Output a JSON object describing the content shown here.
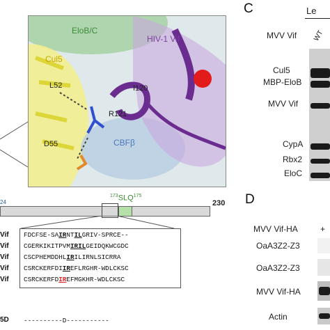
{
  "panel_c": {
    "letter": "C",
    "top_label": "Le",
    "header": "MVV Vif",
    "lane_wt": "WT",
    "bands": [
      "Cul5",
      "MBP-EloB",
      "MVV Vif",
      "CypA",
      "Rbx2",
      "EloC"
    ]
  },
  "panel_d": {
    "letter": "D",
    "header": "MVV Vif-HA",
    "header_mark": "+",
    "bands": [
      "OaA3Z2-Z3",
      "OaA3Z2-Z3",
      "MVV Vif-HA",
      "Actin"
    ]
  },
  "structure": {
    "labels": {
      "elob": "EloB/C",
      "hiv": "HIV-1 Vif",
      "cul5": "Cul5",
      "l52": "L52",
      "d55": "D55",
      "i120": "I120",
      "r121": "R121",
      "cbf": "CBFβ"
    },
    "colors": {
      "cul5": "#e8e34a",
      "vif": "#7b3fa0",
      "elob": "#5aa055",
      "cbf": "#8fb2d6"
    }
  },
  "domain_bar": {
    "left_sup": "24",
    "motif_sup_left": "173",
    "motif": "SLQ",
    "motif_sup_right": "175",
    "end": "230"
  },
  "alignment": {
    "rows": [
      {
        "name": "Vif",
        "pre": "FDCFSE-SA",
        "mark": "IR",
        "mid": "NT",
        "mark2": "IL",
        "post": "GRIV-SPRCE--",
        "style": "ul"
      },
      {
        "name": "Vif",
        "pre": "CGERKIKITPVM",
        "mark": "IR",
        "mid": "",
        "mark2": "IL",
        "post": "GEIDQKWCGDC",
        "style": "ul"
      },
      {
        "name": "Vif",
        "pre": "CSCPHEMDDHL",
        "mark": "IR",
        "mid": "",
        "mark2": "",
        "post": "ILIRNLSICRRA",
        "style": "ul"
      },
      {
        "name": "Vif",
        "pre": "CSRCKERFDI",
        "mark": "IR",
        "mid": "",
        "mark2": "",
        "post": "EFLRGHR-WDLCKSC",
        "style": "ul"
      },
      {
        "name": "Vif",
        "pre": "CSRCKERFD",
        "mark": "IR",
        "mid": "",
        "mark2": "",
        "post": "EFMGKHR-WDLCKSC",
        "style": "red"
      }
    ],
    "footer_name": "5D",
    "footer_seq": "----------D-----------"
  }
}
